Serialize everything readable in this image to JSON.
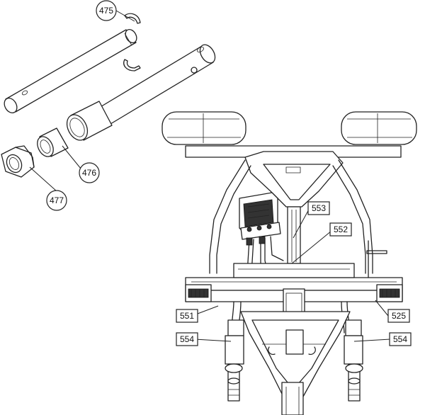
{
  "callouts": {
    "c475": "475",
    "c476": "476",
    "c477": "477",
    "c551": "551",
    "c552": "552",
    "c553": "553",
    "c554_left": "554",
    "c554_right": "554",
    "c525": "525"
  },
  "colors": {
    "line": "#222222",
    "background": "#ffffff"
  }
}
